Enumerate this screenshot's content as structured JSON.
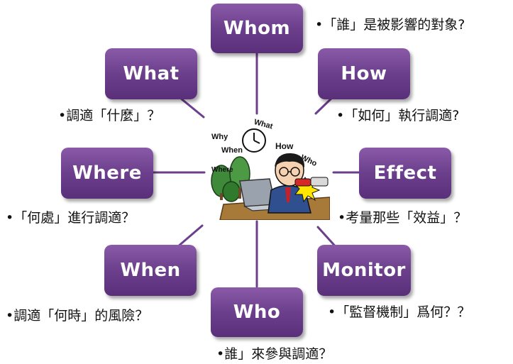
{
  "nodes": {
    "whom": {
      "label": "Whom",
      "caption": "•「誰」是被影響的對象?"
    },
    "how": {
      "label": "How",
      "caption": "•「如何」執行調適?"
    },
    "effect": {
      "label": "Effect",
      "caption": "•考量那些「效益」？"
    },
    "monitor": {
      "label": "Monitor",
      "caption": "•「監督機制」爲何？？"
    },
    "who": {
      "label": "Who",
      "caption": "•誰」來參與調適？"
    },
    "when": {
      "label": "When",
      "caption": "•調適「何時」的風險？"
    },
    "where": {
      "label": "Where",
      "caption": "•「何處」進行調適？"
    },
    "what": {
      "label": "What",
      "caption": "•調適「什麼」？"
    }
  },
  "illustration": {
    "words": [
      "Why",
      "What",
      "When",
      "How",
      "Where",
      "Who"
    ]
  },
  "colors": {
    "node_fill": "#6b3f8c",
    "connector": "#6b3f8c"
  }
}
